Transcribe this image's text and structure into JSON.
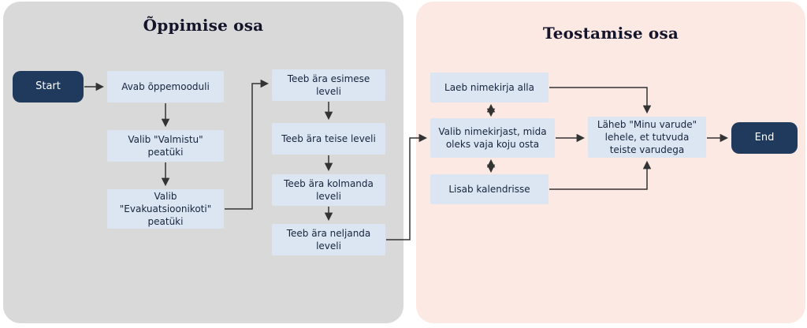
{
  "panels": {
    "learning": {
      "title": "Õppimise osa"
    },
    "execution": {
      "title": "Teostamise osa"
    }
  },
  "colors": {
    "learning_panel": "#d9d9d9",
    "execution_panel": "#fce9e4",
    "node_background": "#dbe6f2",
    "node_text": "#16243d",
    "terminal_background": "#1f3a5c",
    "terminal_text": "#ffffff",
    "arrow": "#333333"
  },
  "nodes": {
    "start": {
      "label": "Start",
      "type": "terminal"
    },
    "open_module": {
      "label": "Avab õppemooduli"
    },
    "choose_valmistu": {
      "label": "Valib \"Valmistu\" peatüki"
    },
    "choose_evacuation": {
      "label": "Valib \"Evakuatsioonikoti\" peatüki"
    },
    "level1": {
      "label": "Teeb ära esimese leveli"
    },
    "level2": {
      "label": "Teeb ära teise leveli"
    },
    "level3": {
      "label": "Teeb ära kolmanda leveli"
    },
    "level4": {
      "label": "Teeb ära neljanda leveli"
    },
    "download_list": {
      "label": "Laeb nimekirja alla"
    },
    "pick_from_list": {
      "label": "Valib nimekirjast, mida oleks vaja koju osta"
    },
    "add_to_calendar": {
      "label": "Lisab kalendrisse"
    },
    "go_to_supplies": {
      "label": "Läheb \"Minu varude\" lehele, et tutvuda teiste varudega"
    },
    "end": {
      "label": "End",
      "type": "terminal"
    }
  }
}
